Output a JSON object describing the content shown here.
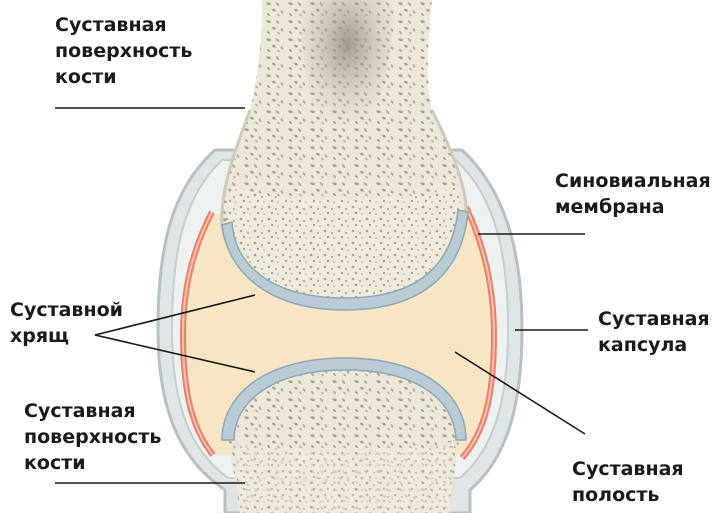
{
  "labels": {
    "top_bone_surface": {
      "line1": "Суставная",
      "line2": "поверхность",
      "line3": "кости"
    },
    "synovial_membrane": {
      "line1": "Синовиальная",
      "line2": "мембрана"
    },
    "cartilage": {
      "line1": "Суставной",
      "line2": "хрящ"
    },
    "capsule": {
      "line1": "Суставная",
      "line2": "капсула"
    },
    "bottom_bone_surface": {
      "line1": "Суставная",
      "line2": "поверхность",
      "line3": "кости"
    },
    "cavity": {
      "line1": "Суставная",
      "line2": "полость"
    }
  },
  "colors": {
    "bone": "#ece8d8",
    "bone_pore": "#a89f8c",
    "cartilage": "#b9ccd6",
    "synovial_fluid": "#f7e5c4",
    "synovial_membrane": "#e8806a",
    "capsule": "#d7dde0",
    "leader_line": "#1a1a1a"
  }
}
